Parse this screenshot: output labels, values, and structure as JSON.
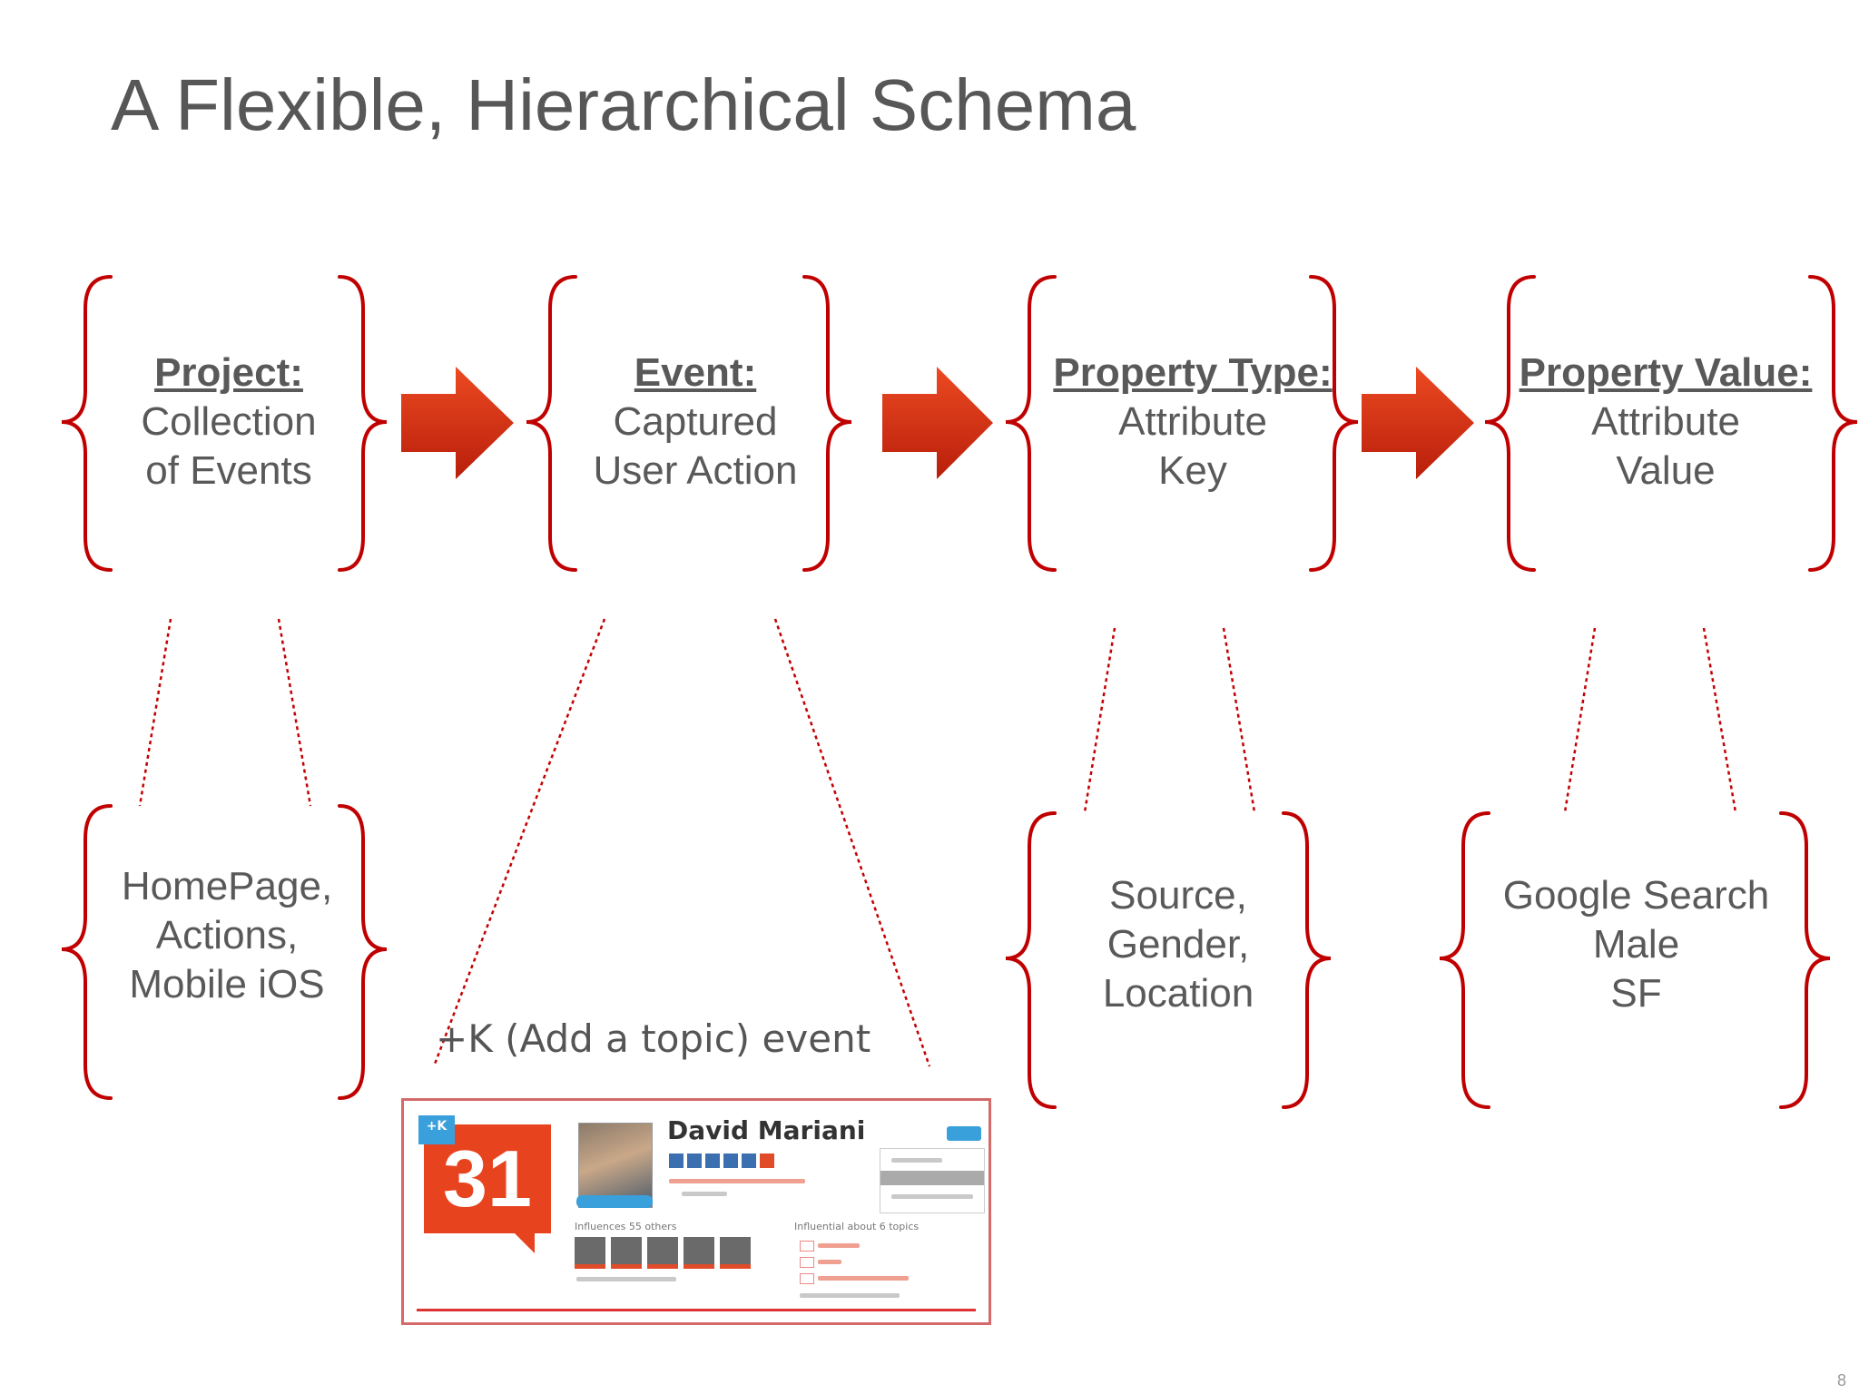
{
  "slide": {
    "title": "A Flexible, Hierarchical Schema",
    "page_number": "8",
    "accent_color": "#c00000",
    "arrow_color": "#d42f12"
  },
  "levels": [
    {
      "heading": "Project:",
      "lines": [
        "Collection",
        "of Events"
      ]
    },
    {
      "heading": "Event:",
      "lines": [
        "Captured",
        "User Action"
      ]
    },
    {
      "heading": "Property Type:",
      "lines": [
        "Attribute",
        "Key"
      ]
    },
    {
      "heading": "Property Value:",
      "lines": [
        "Attribute",
        "Value"
      ]
    }
  ],
  "examples": [
    {
      "lines": [
        "HomePage,",
        "Actions,",
        "Mobile iOS"
      ]
    },
    {
      "lines": [
        "Source,",
        "Gender,",
        "Location"
      ]
    },
    {
      "lines": [
        "Google Search",
        "Male",
        "SF"
      ]
    }
  ],
  "event_example": {
    "caption": "+K (Add a topic) event",
    "card": {
      "score": "31",
      "badge": "+K",
      "name": "David Mariani",
      "influences_label": "Influences 55 others",
      "influential_label": "Influential about 6 topics"
    }
  }
}
